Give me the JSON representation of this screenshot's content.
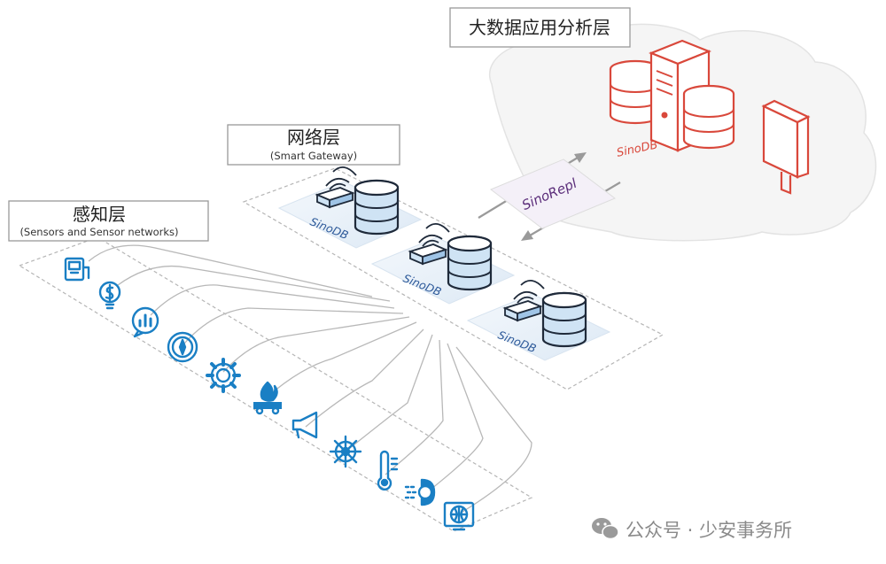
{
  "layers": {
    "bigdata": {
      "title": "大数据应用分析层"
    },
    "network": {
      "title": "网络层",
      "subtitle": "(Smart Gateway)"
    },
    "sensing": {
      "title": "感知层",
      "subtitle": "(Sensors and Sensor networks)"
    }
  },
  "cloud": {
    "db_label": "SinoDB"
  },
  "replication": {
    "label": "SinoRepl"
  },
  "gateways": [
    {
      "label": "SinoDB"
    },
    {
      "label": "SinoDB"
    },
    {
      "label": "SinoDB"
    }
  ],
  "sensors": [
    {
      "icon": "meter-icon"
    },
    {
      "icon": "dollar-bulb-icon"
    },
    {
      "icon": "chat-chart-icon"
    },
    {
      "icon": "compass-icon"
    },
    {
      "icon": "gear-icon"
    },
    {
      "icon": "fire-car-icon"
    },
    {
      "icon": "megaphone-icon"
    },
    {
      "icon": "ship-wheel-icon"
    },
    {
      "icon": "thermometer-icon"
    },
    {
      "icon": "wind-sensor-icon"
    },
    {
      "icon": "globe-monitor-icon"
    }
  ],
  "watermark": {
    "text": "公众号 · 少安事务所"
  },
  "colors": {
    "blue": "#1a7fc4",
    "red": "#d9483b",
    "purple": "#5b2d7a",
    "line": "#b8b8b8"
  }
}
